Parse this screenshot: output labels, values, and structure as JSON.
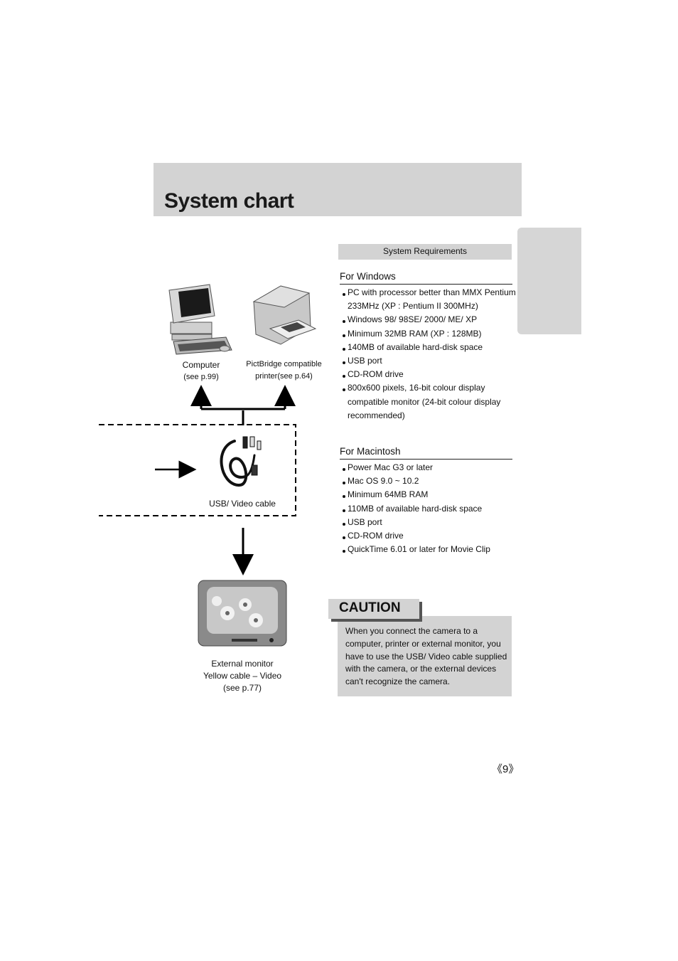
{
  "header": {
    "title": "System chart"
  },
  "requirements": {
    "header": "System Requirements",
    "windows": {
      "title": "For Windows",
      "items": [
        "PC with processor better than MMX Pentium 233MHz (XP : Pentium II 300MHz)",
        "Windows 98/ 98SE/ 2000/ ME/ XP",
        "Minimum 32MB RAM (XP : 128MB)",
        "140MB of available hard-disk space",
        "USB port",
        "CD-ROM drive",
        "800x600 pixels, 16-bit colour display compatible monitor (24-bit colour display recommended)"
      ]
    },
    "mac": {
      "title": "For Macintosh",
      "items": [
        "Power Mac G3 or later",
        "Mac OS 9.0 ~ 10.2",
        "Minimum 64MB RAM",
        "110MB of available hard-disk space",
        "USB port",
        "CD-ROM drive",
        "QuickTime 6.01 or later for Movie Clip"
      ]
    }
  },
  "caution": {
    "label": "CAUTION",
    "text": "When you connect the camera to a computer, printer or external monitor, you have to use the USB/ Video cable supplied with the camera, or the external devices can't recognize the camera."
  },
  "devices": {
    "computer": {
      "name": "Computer",
      "ref": "(see p.99)"
    },
    "printer": {
      "name": "PictBridge compatible",
      "ref": "printer(see p.64)"
    },
    "cable": {
      "name": "USB/ Video cable"
    },
    "monitor": {
      "name": "External monitor",
      "cable": "Yellow cable – Video",
      "ref": "(see p.77)"
    }
  },
  "footer": {
    "page_number": "《9》"
  }
}
